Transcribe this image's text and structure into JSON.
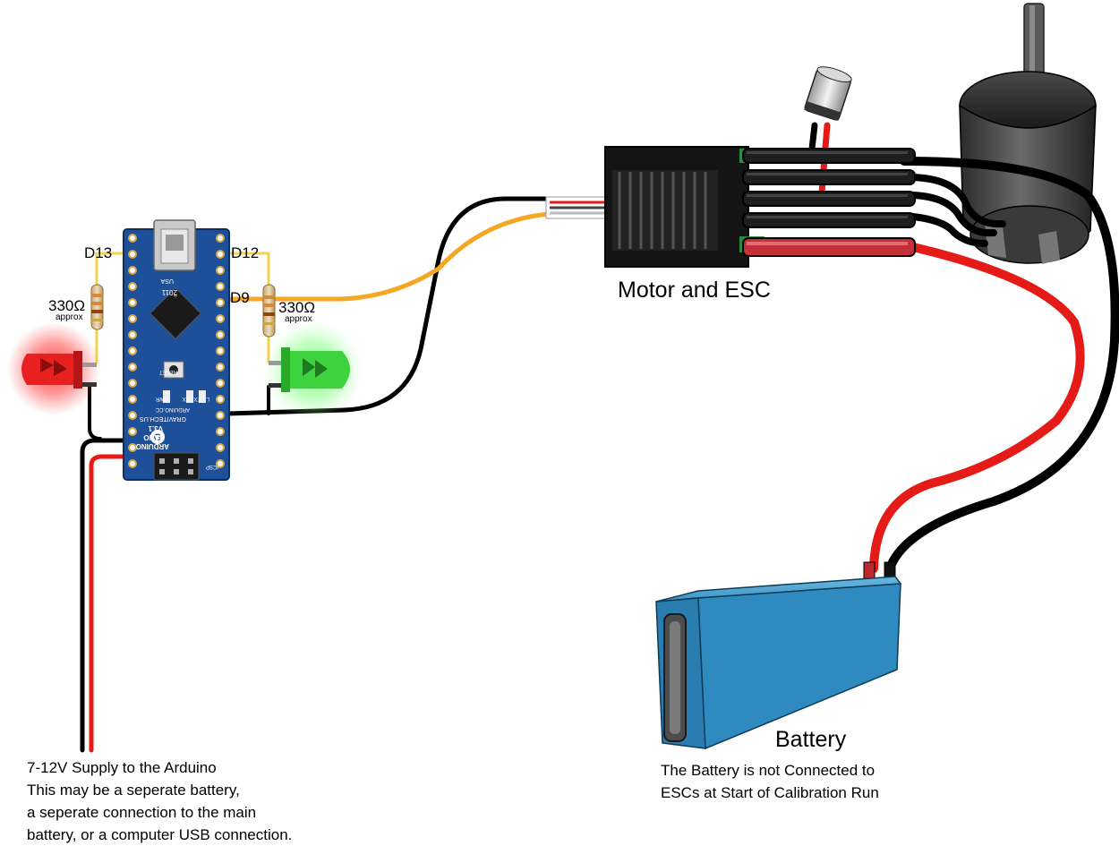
{
  "labels": {
    "d13": "D13",
    "d12": "D12",
    "d9": "D9",
    "resistor_left": "330Ω",
    "resistor_left_sub": "approx",
    "resistor_right": "330Ω",
    "resistor_right_sub": "approx",
    "motor_esc": "Motor and ESC",
    "battery": "Battery"
  },
  "board": {
    "line1": "ARDUINO",
    "line2": "NANO",
    "line3": "V3.1",
    "maker": "GRAVITECH.US",
    "year": "2011",
    "country": "USA",
    "site": "ARDUINO.CC",
    "reset": "RESET",
    "icsp": "ICSP",
    "pwr": "PWR",
    "tx": "TX",
    "rx": "RX",
    "l": "L"
  },
  "notes": {
    "supply": "7-12V Supply to the Arduino\nThis may be a seperate battery,\na seperate connection to the main\nbattery, or a computer USB connection.",
    "battery": "The Battery is not Connected to\nESCs at Start of Calibration Run"
  },
  "colors": {
    "wire_black": "#000000",
    "wire_red": "#e41b17",
    "wire_signal": "#f5a623",
    "wire_led": "#f2d34a",
    "board_blue": "#1e4f99",
    "led_red": "#e82020",
    "led_green": "#3fd23f",
    "battery_blue": "#2b84b8",
    "esc_black": "#141414"
  }
}
